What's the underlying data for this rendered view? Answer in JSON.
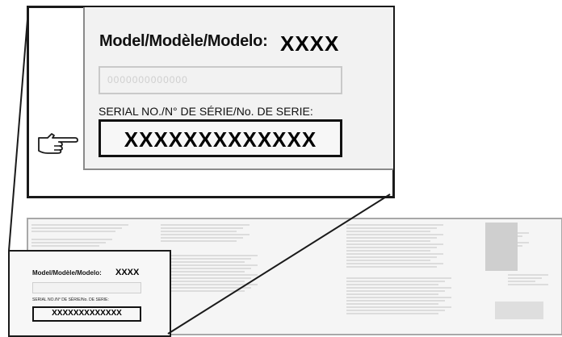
{
  "callout": {
    "model_label": "Model/Modèle/Modelo:",
    "model_value": "XXXX",
    "placeholder_number": "0000000000000",
    "serial_label": "SERIAL NO./N° DE SÉRIE/No. DE SERIE:",
    "serial_value": "XXXXXXXXXXXXX"
  },
  "detail": {
    "model_label": "Model/Modèle/Modelo:",
    "model_value": "XXXX",
    "serial_label": "SERIAL NO./N° DE SÉRIE/No. DE SERIE:",
    "serial_value": "XXXXXXXXXXXXX"
  },
  "icons": {
    "pointer": "pointing-hand-icon"
  },
  "colors": {
    "outline": "#1a1a1a",
    "panel": "#f2f2f2",
    "strip_border": "#a8a8a8",
    "fine_print": "#dcdcdc"
  }
}
